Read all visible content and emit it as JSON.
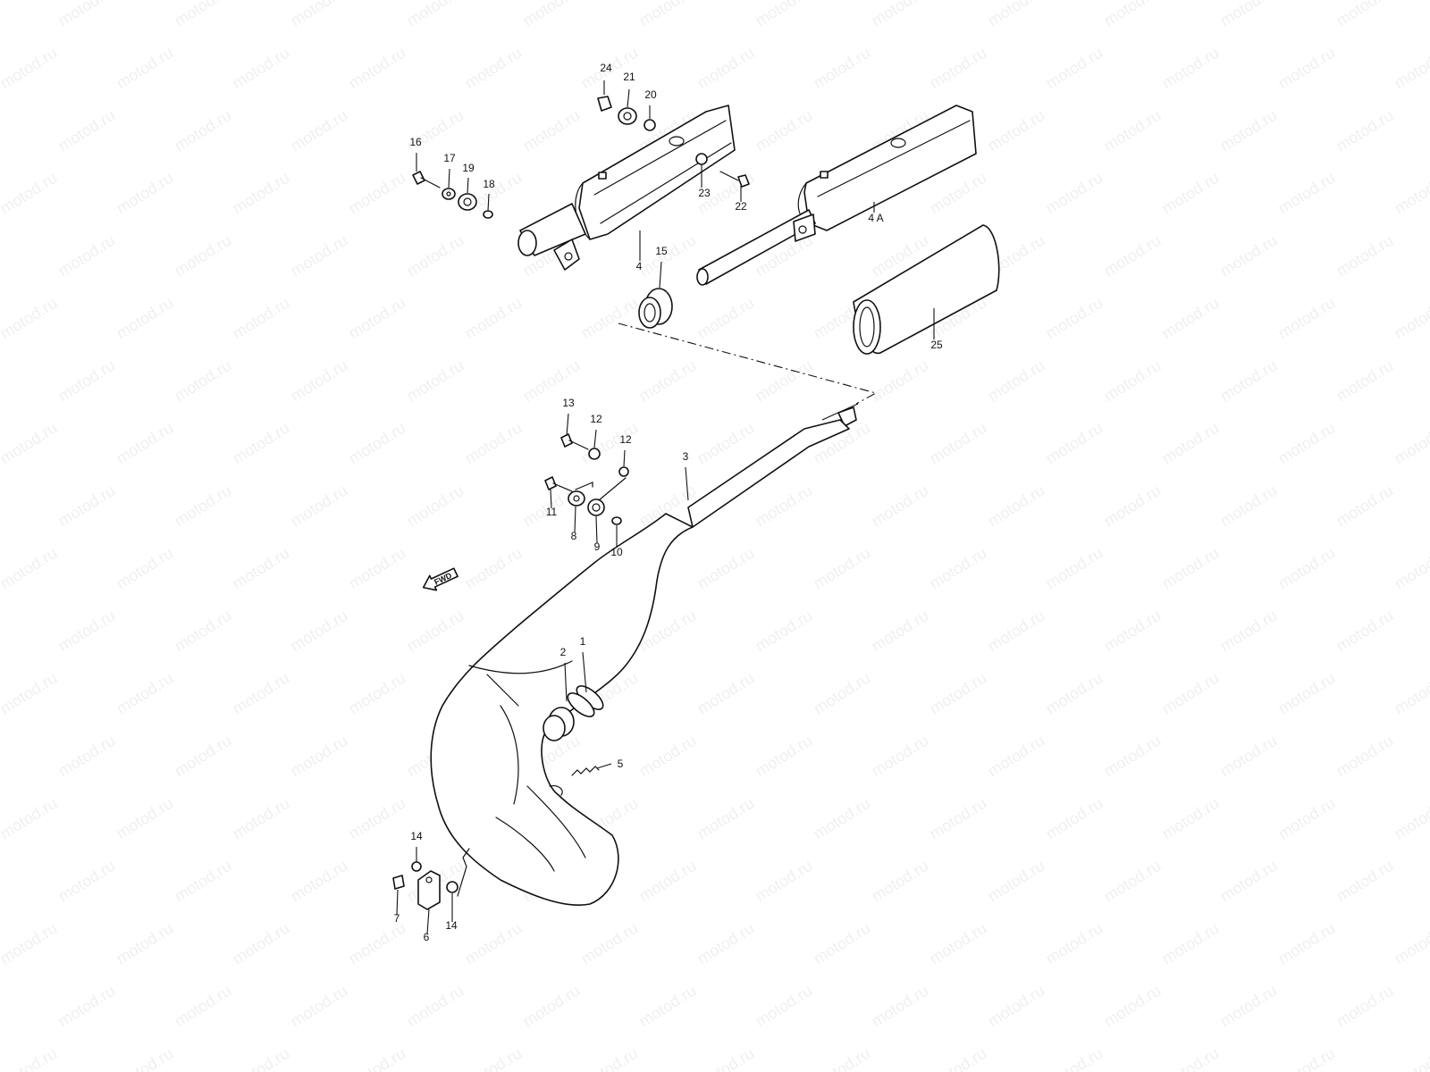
{
  "watermark": "motod.ru",
  "fwd_label": "FWD",
  "callouts": [
    "24",
    "21",
    "20",
    "16",
    "17",
    "19",
    "18",
    "23",
    "22",
    "4",
    "15",
    "4 A",
    "25",
    "13",
    "12",
    "12",
    "3",
    "11",
    "8",
    "9",
    "10",
    "2",
    "1",
    "5",
    "14",
    "7",
    "6",
    "14"
  ]
}
